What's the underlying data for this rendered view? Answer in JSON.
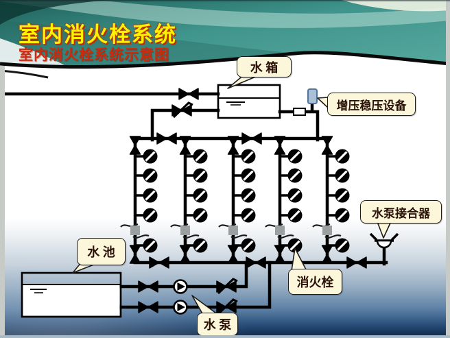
{
  "slide": {
    "title": "室内消火栓系统",
    "subtitle": "室内消火栓系统示意图"
  },
  "callouts": {
    "water_tank": "水 箱",
    "pressure_stabilizer": "增压稳压设备",
    "pump_adapter": "水泵接合器",
    "water_pool": "水 池",
    "fire_hydrant": "消火栓",
    "water_pump": "水 泵"
  },
  "diagram": {
    "riser_count": 5,
    "hydrants_per_riser": 5,
    "icons": [
      "gate-valve-icon",
      "check-valve-icon",
      "fire-hydrant-icon",
      "pump-icon",
      "pipe-break-icon",
      "pump-adapter-icon",
      "pressure-device-icon",
      "water-tank",
      "water-pool"
    ]
  },
  "colors": {
    "title_text": "#fff200",
    "title_shadow": "#b53000",
    "subtitle_text": "#d02a0c",
    "header_teal_dark": "#124541",
    "header_teal_mid": "#3f948b",
    "header_teal_light": "#bfe4da",
    "callout_bg": "#fcf6da",
    "callout_text": "#2a1208",
    "pipe": "#000000",
    "footer_blue_dark": "#15304f",
    "device_blue": "#a9c0d6",
    "break_gray": "#9aa0a0"
  }
}
